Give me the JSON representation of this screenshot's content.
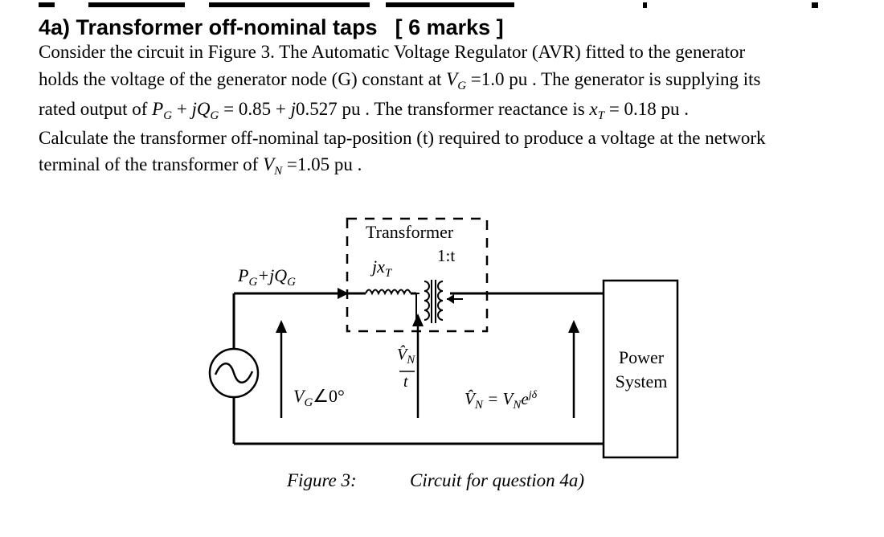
{
  "top_fragment": "",
  "question": {
    "title": "4a) Transformer off-nominal taps",
    "marks": "[ 6 marks ]"
  },
  "paragraph": {
    "line1": "Consider the circuit in Figure 3. The Automatic Voltage Regulator (AVR) fitted to the generator",
    "line2_a": "holds the voltage of the generator node (G) constant at ",
    "line2_b": " =1.0 pu . The generator is supplying its",
    "line3_a": "rated output of ",
    "line3_b": " = 0.85 + ",
    "line3_c": "0.527 pu . The transformer reactance is ",
    "line3_d": " = 0.18 pu .",
    "line4": "Calculate the transformer off-nominal tap-position (t) required to produce a voltage at the network",
    "line5_a": "terminal of the transformer of ",
    "line5_b": " =1.05 pu ."
  },
  "figure": {
    "transformer_label": "Transformer",
    "ratio_label": "1:t",
    "reactance_label": "jx",
    "reactance_sub": "T",
    "power_label": "P",
    "power_sub_g": "G",
    "power_plus": "+jQ",
    "power_sub_q": "G",
    "vg_label": "V",
    "vg_sub": "G",
    "vg_angle": "∠0°",
    "vn_frac_num": "V̂",
    "vn_frac_sub": "N",
    "vn_frac_den": "t",
    "vn_eq_a": "V̂",
    "vn_eq_sub": "N",
    "vn_eq_b": " = V",
    "vn_eq_sub2": "N",
    "vn_eq_c": "e",
    "vn_eq_sup": "jδ",
    "system_line1": "Power",
    "system_line2": "System",
    "caption_num": "Figure 3:",
    "caption_text": "Circuit for question 4a)"
  }
}
